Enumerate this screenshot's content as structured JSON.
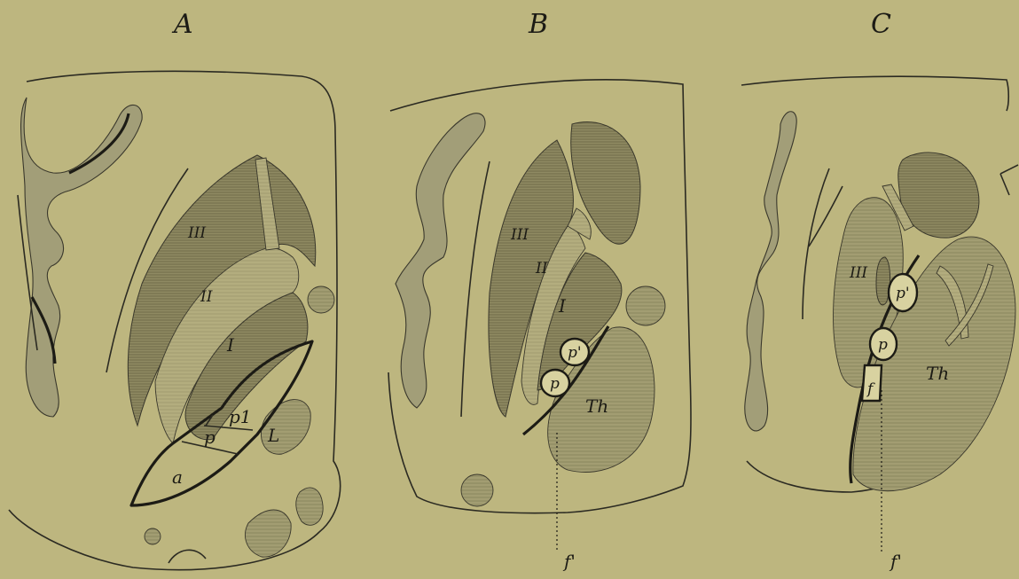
{
  "panels": [
    {
      "id": "A",
      "title": "A",
      "labels": {
        "III": "III",
        "II": "II",
        "I": "I",
        "p1": "p1",
        "p": "p",
        "a": "a",
        "L": "L"
      }
    },
    {
      "id": "B",
      "title": "B",
      "labels": {
        "III": "III",
        "II": "II",
        "I": "I",
        "p_prime": "p'",
        "p": "p",
        "Th": "Th",
        "f_prime": "f'"
      }
    },
    {
      "id": "C",
      "title": "C",
      "labels": {
        "III": "III",
        "p_prime": "p'",
        "p": "p",
        "f": "f",
        "Th": "Th",
        "f_prime": "f'"
      }
    }
  ],
  "colors": {
    "background": "#bdb67f",
    "ink": "#1c1b15",
    "shading": "#8f8a62"
  }
}
